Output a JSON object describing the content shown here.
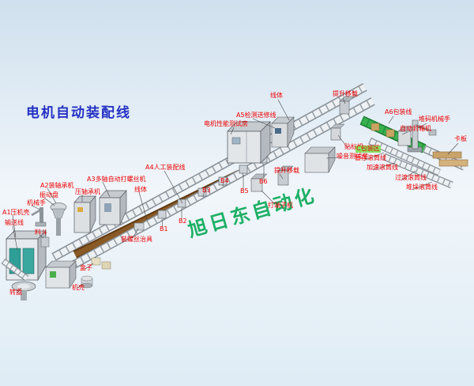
{
  "page": {
    "title_text": "电机自动装配线",
    "watermark_text": "旭日东自动化"
  },
  "colors": {
    "label_red": "#ee0000",
    "title_blue": "#2431c4",
    "watermark_green": "#00a651",
    "conveyor_gray": "#9aa3aa",
    "belt_brown": "#8a5a26",
    "packing_green": "#37b24d",
    "pallet_tan": "#c9a36a",
    "background_blue": "#cfe0ee"
  },
  "labels": {
    "a5_line": {
      "text": "A5检测送修线"
    },
    "line_body_top": {
      "text": "线体"
    },
    "lift_transfer_top": {
      "text": "提升移载"
    },
    "a6_line": {
      "text": "A6包装线"
    },
    "stacking_robot": {
      "text": "堆码机械手"
    },
    "carton_sealer": {
      "text": "自动封箱机"
    },
    "pallet": {
      "text": "卡板"
    },
    "motor_test_room": {
      "text": "电机性能测试房"
    },
    "labeling_machine": {
      "text": "贴标机"
    },
    "noise_test_room": {
      "text": "噪音测试房"
    },
    "c_packing_area": {
      "text": "C包装区"
    },
    "staging_roller": {
      "text": "暂存滚筒线"
    },
    "speedup_roller": {
      "text": "加速滚筒线"
    },
    "transition_roller": {
      "text": "过渡滚筒线"
    },
    "stacking_roller": {
      "text": "堆垛滚筒线"
    },
    "a4_line": {
      "text": "A4人工装配线"
    },
    "lift_transfer_mid": {
      "text": "提升移载"
    },
    "b6": {
      "text": "B6"
    },
    "b5": {
      "text": "B5"
    },
    "b4": {
      "text": "B4"
    },
    "b3": {
      "text": "B3"
    },
    "b2": {
      "text": "B2"
    },
    "b1": {
      "text": "B1"
    },
    "terminal_machine": {
      "text": "打端子机"
    },
    "a3_screw_machine": {
      "text": "A3多轴自动打螺丝机"
    },
    "a2_bearing_machine": {
      "text": "A2装轴承机"
    },
    "bearing_press": {
      "text": "压轴承机"
    },
    "vibration_bowl": {
      "text": "振动盘"
    },
    "robot_arm": {
      "text": "机械手"
    },
    "a1_press_housing": {
      "text": "A1压机壳"
    },
    "conveyor_line": {
      "text": "输送线"
    },
    "material_hopper": {
      "text": "料斗"
    },
    "line_body_mid": {
      "text": "线体"
    },
    "screw_fixture": {
      "text": "装螺丝治具"
    },
    "box": {
      "text": "盒子"
    },
    "housing": {
      "text": "机壳"
    },
    "turntable": {
      "text": "转盘"
    }
  }
}
